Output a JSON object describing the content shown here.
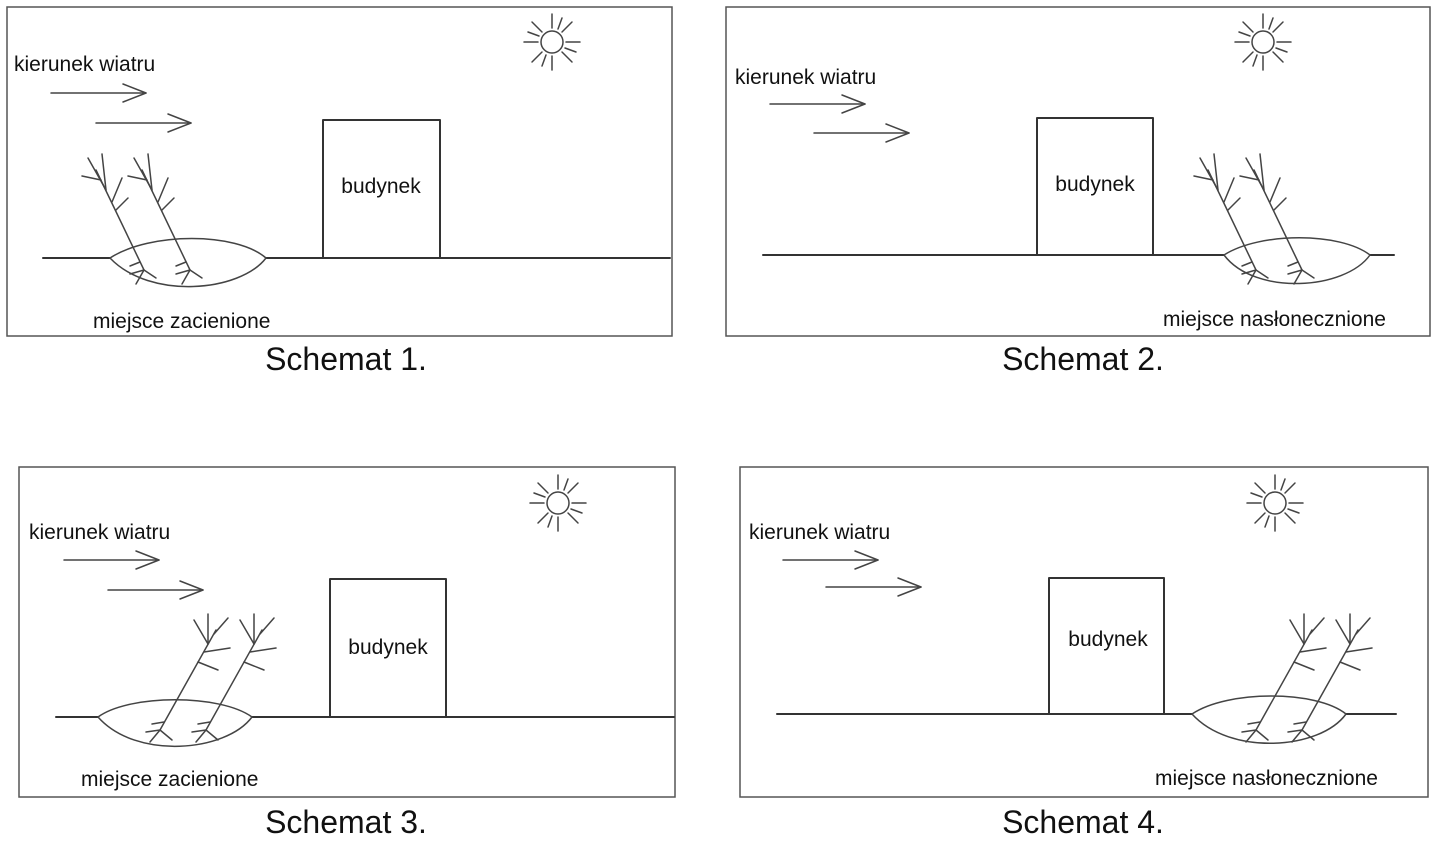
{
  "schemes": [
    {
      "caption": "Schemat 1.",
      "wind_label": "kierunek wiatru",
      "building_label": "budynek",
      "pit_label": "miejsce zacienione"
    },
    {
      "caption": "Schemat 2.",
      "wind_label": "kierunek wiatru",
      "building_label": "budynek",
      "pit_label": "miejsce nasłonecznione"
    },
    {
      "caption": "Schemat 3.",
      "wind_label": "kierunek wiatru",
      "building_label": "budynek",
      "pit_label": "miejsce zacienione"
    },
    {
      "caption": "Schemat 4.",
      "wind_label": "kierunek wiatru",
      "building_label": "budynek",
      "pit_label": "miejsce nasłonecznione"
    }
  ],
  "icons": {
    "sun": "sun-icon",
    "wind_arrow": "arrow-right-icon",
    "seedling": "seedling-icon"
  }
}
